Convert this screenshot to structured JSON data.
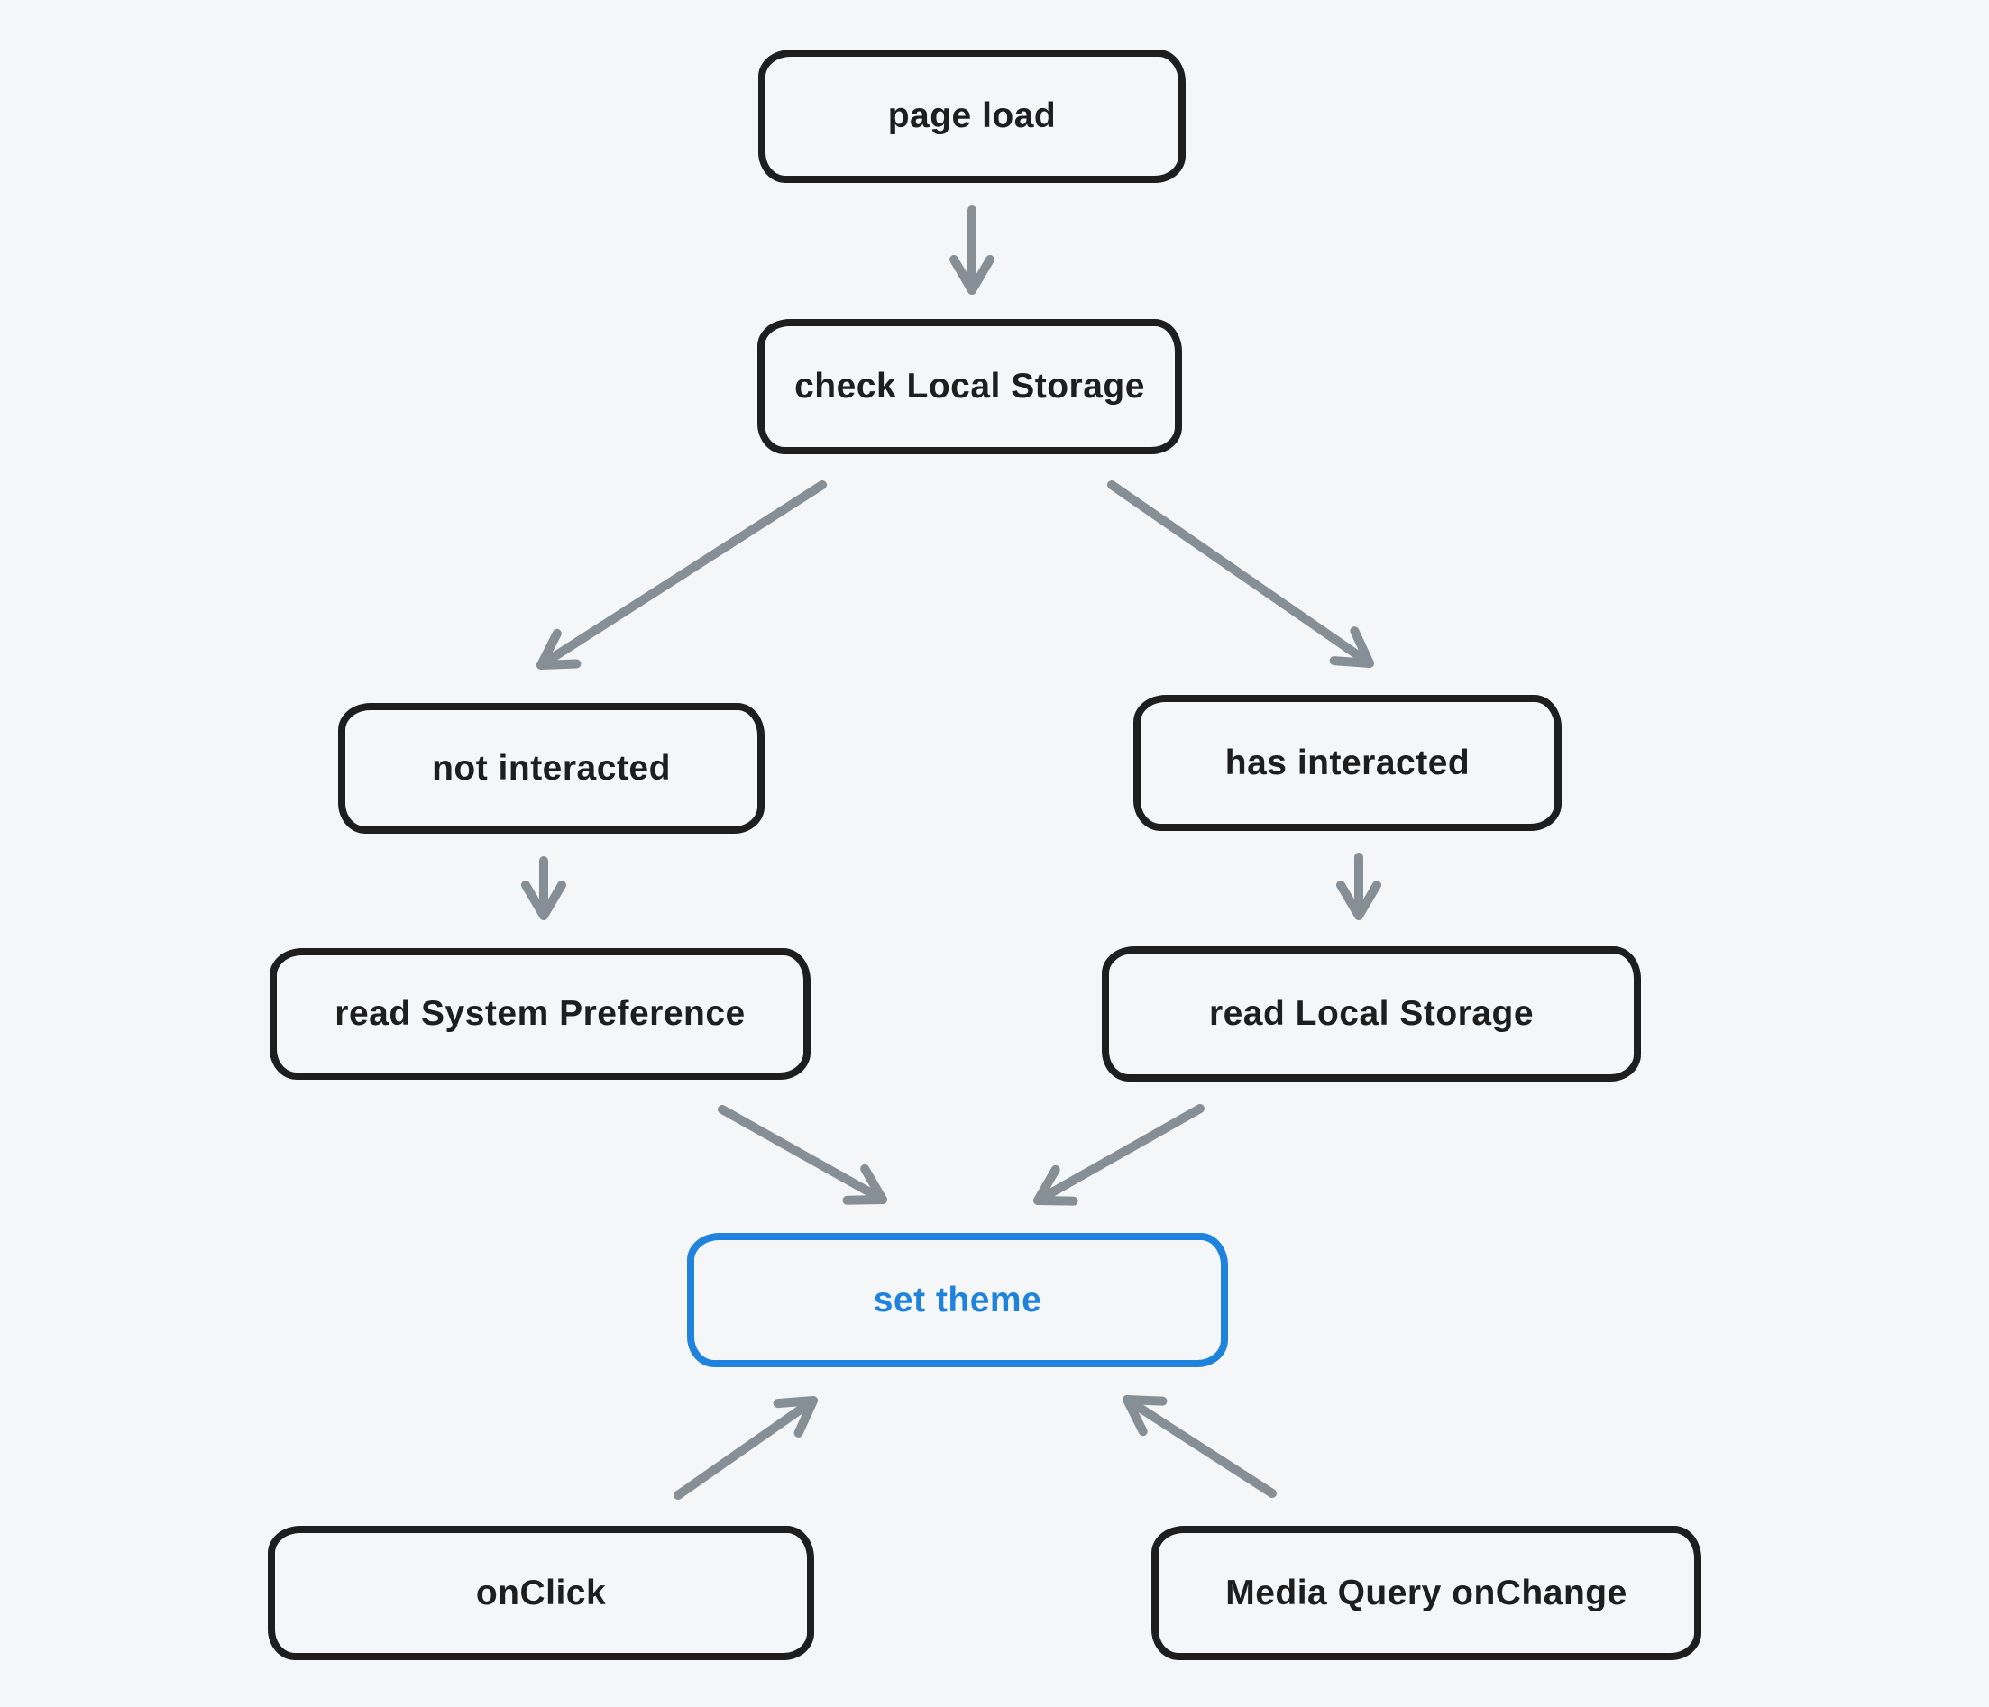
{
  "canvas": {
    "background_color": "#f4f6f8",
    "stroke_dark": "#1e1e1e",
    "accent_blue": "#1f82dd",
    "arrow_gray": "#868e96"
  },
  "diagram": {
    "type": "flowchart",
    "title": "theme selection flow",
    "nodes": [
      {
        "id": "page-load",
        "label": "page load",
        "color": "dark"
      },
      {
        "id": "check-local-storage",
        "label": "check Local Storage",
        "color": "dark"
      },
      {
        "id": "not-interacted",
        "label": "not interacted",
        "color": "dark"
      },
      {
        "id": "has-interacted",
        "label": "has interacted",
        "color": "dark"
      },
      {
        "id": "read-system-preference",
        "label": "read System Preference",
        "color": "dark"
      },
      {
        "id": "read-local-storage",
        "label": "read Local Storage",
        "color": "dark"
      },
      {
        "id": "set-theme",
        "label": "set theme",
        "color": "blue"
      },
      {
        "id": "onclick",
        "label": "onClick",
        "color": "dark"
      },
      {
        "id": "media-query-onchange",
        "label": "Media Query onChange",
        "color": "dark"
      }
    ],
    "edges": [
      {
        "from": "page-load",
        "to": "check-local-storage"
      },
      {
        "from": "check-local-storage",
        "to": "not-interacted"
      },
      {
        "from": "check-local-storage",
        "to": "has-interacted"
      },
      {
        "from": "not-interacted",
        "to": "read-system-preference"
      },
      {
        "from": "has-interacted",
        "to": "read-local-storage"
      },
      {
        "from": "read-system-preference",
        "to": "set-theme"
      },
      {
        "from": "read-local-storage",
        "to": "set-theme"
      },
      {
        "from": "onclick",
        "to": "set-theme"
      },
      {
        "from": "media-query-onchange",
        "to": "set-theme"
      }
    ]
  }
}
